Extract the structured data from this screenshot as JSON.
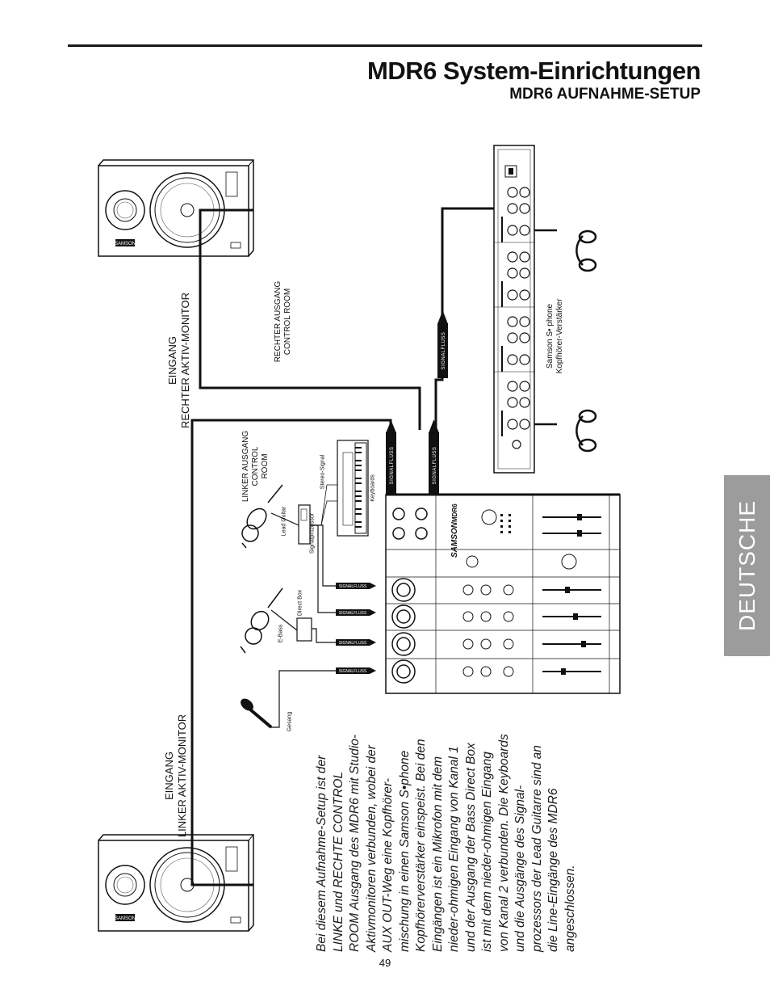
{
  "header": {
    "title": "MDR6 System-Einrichtungen",
    "subtitle": "MDR6 AUFNAHME-SETUP"
  },
  "side_tab": {
    "label": "DEUTSCHE"
  },
  "diagram": {
    "labels": {
      "right_monitor": [
        "EINGANG",
        "RECHTER AKTIV-MONITOR"
      ],
      "left_monitor": [
        "EINGANG",
        "LINKER AKTIV-MONITOR"
      ],
      "right_output": [
        "RECHTER AUSGANG",
        "CONTROL ROOM"
      ],
      "left_output": [
        "LINKER AUSGANG",
        "CONTROL",
        "ROOM"
      ],
      "headphone_amp": [
        "Samson S• phone",
        "Kopfhörer-Verstärker"
      ],
      "keyboards": "Keyboards",
      "stereo_signal": "Stereo-Signal",
      "signal_processor": "Signalprozessor",
      "lead_guitar": "Lead Guitar",
      "direct_box": "Direct Box",
      "e_bass": "E-Bass",
      "vocals": "Gesang",
      "signal_flow": "SIGNALFLUSS",
      "mixer_brand": "SAMSON",
      "mixer_model": "MDR6",
      "speaker_brand": "SAMSON"
    }
  },
  "body_text": "Bei diesem Aufnahme-Setup ist der LINKE und RECHTE CONTROL ROOM Ausgang des MDR6 mit Studio-Aktivmonitoren verbunden, wobei der AUX OUT-Weg eine Kopfhörer-mischung in einen Samson S•phone Kopfhörerverstärker einspeist. Bei den Eingängen ist ein Mikrofon mit dem nieder-ohmigen Eingang von Kanal 1 und der Ausgang der Bass Direct Box ist mit dem nieder-ohmigen Eingang von Kanal 2 verbunden. Die Keyboards und die Ausgänge des Signal-prozessors der Lead Guitarre sind an die Line-Eingänge des MDR6 angeschlossen.",
  "footer": {
    "page_number": "49"
  }
}
